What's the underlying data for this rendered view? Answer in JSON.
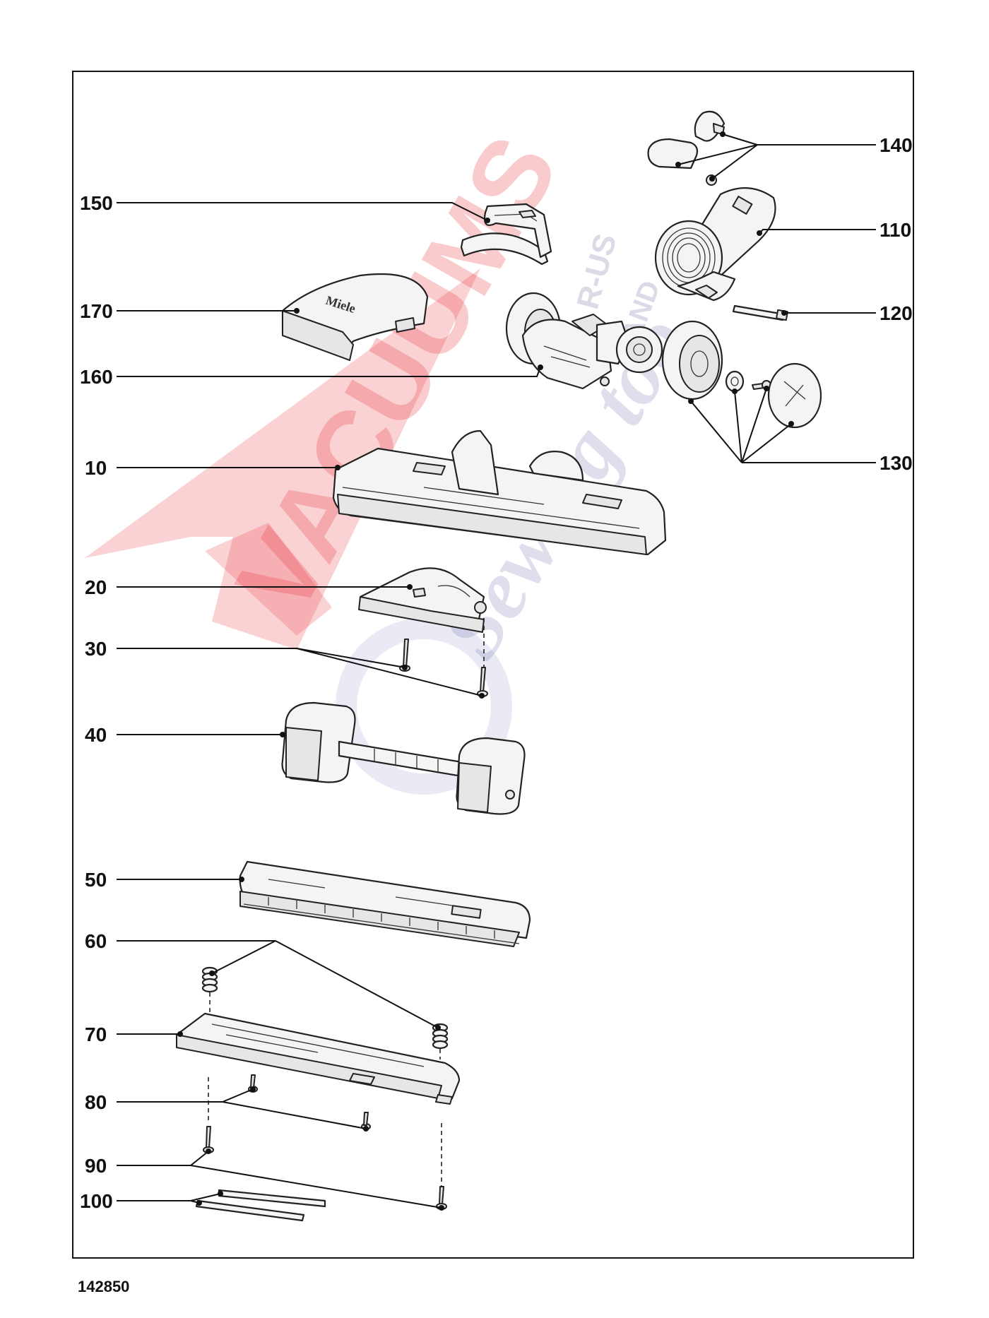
{
  "diagram": {
    "part_numbers": [
      "10",
      "20",
      "30",
      "40",
      "50",
      "60",
      "70",
      "80",
      "90",
      "100",
      "110",
      "120",
      "130",
      "140",
      "150",
      "160",
      "170"
    ],
    "document_number": "142850",
    "brand_mark": "Miele",
    "watermark": {
      "main_text": "VACUUMS",
      "top_text": "R-US",
      "side_text": "AND",
      "script_text": "Sewing too"
    }
  }
}
